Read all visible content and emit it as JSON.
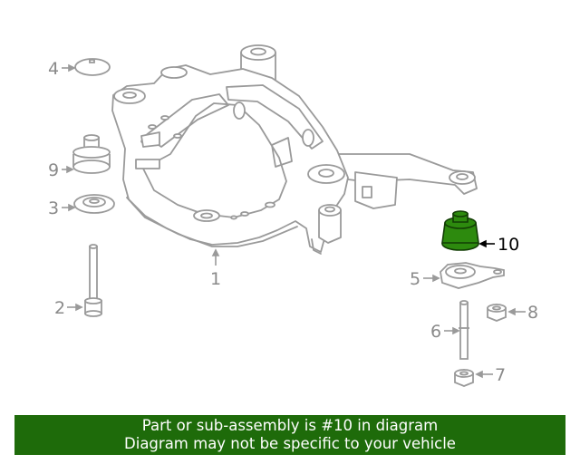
{
  "parts": [
    {
      "number": "1",
      "name": "crossmember-subframe",
      "highlighted": false
    },
    {
      "number": "2",
      "name": "bolt",
      "highlighted": false
    },
    {
      "number": "3",
      "name": "washer-stopper",
      "highlighted": false
    },
    {
      "number": "4",
      "name": "cap",
      "highlighted": false
    },
    {
      "number": "5",
      "name": "bracket",
      "highlighted": false
    },
    {
      "number": "6",
      "name": "stud-bolt",
      "highlighted": false
    },
    {
      "number": "7",
      "name": "nut",
      "highlighted": false
    },
    {
      "number": "8",
      "name": "nut",
      "highlighted": false
    },
    {
      "number": "9",
      "name": "bushing",
      "highlighted": false
    },
    {
      "number": "10",
      "name": "cushion-bushing",
      "highlighted": true
    }
  ],
  "colors": {
    "line": "#9a9a9a",
    "highlight_fill": "#2d8a0e",
    "highlight_stroke": "#123d05",
    "banner_background": "#1e6b0a",
    "banner_text": "#ffffff"
  },
  "banner": {
    "line1": "Part or sub-assembly is #10 in diagram",
    "line2": "Diagram may not be specific to your vehicle"
  }
}
